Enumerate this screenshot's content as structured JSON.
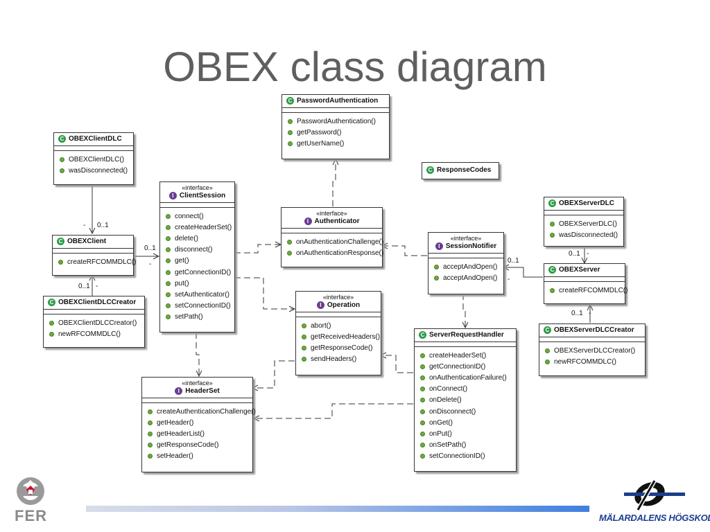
{
  "title": "OBEX class diagram",
  "classes": {
    "password_auth": {
      "kind": "class",
      "name": "PasswordAuthentication",
      "methods": [
        "PasswordAuthentication()",
        "getPassword()",
        "getUserName()"
      ]
    },
    "client_dlc": {
      "kind": "class",
      "name": "OBEXClientDLC",
      "methods": [
        "OBEXClientDLC()",
        "wasDisconnected()"
      ]
    },
    "client_session": {
      "kind": "interface",
      "stereotype": "«interface»",
      "name": "ClientSession",
      "methods": [
        "connect()",
        "createHeaderSet()",
        "delete()",
        "disconnect()",
        "get()",
        "getConnectionID()",
        "put()",
        "setAuthenticator()",
        "setConnectionID()",
        "setPath()"
      ]
    },
    "response_codes": {
      "kind": "class",
      "name": "ResponseCodes"
    },
    "authenticator": {
      "kind": "interface",
      "stereotype": "«interface»",
      "name": "Authenticator",
      "methods": [
        "onAuthenticationChallenge()",
        "onAuthenticationResponse()"
      ]
    },
    "server_dlc": {
      "kind": "class",
      "name": "OBEXServerDLC",
      "methods": [
        "OBEXServerDLC()",
        "wasDisconnected()"
      ]
    },
    "client": {
      "kind": "class",
      "name": "OBEXClient",
      "methods": [
        "createRFCOMMDLC()"
      ]
    },
    "session_notifier": {
      "kind": "interface",
      "stereotype": "«interface»",
      "name": "SessionNotifier",
      "methods": [
        "acceptAndOpen()",
        "acceptAndOpen()"
      ]
    },
    "server": {
      "kind": "class",
      "name": "OBEXServer",
      "methods": [
        "createRFCOMMDLC()"
      ]
    },
    "client_dlc_creator": {
      "kind": "class",
      "name": "OBEXClientDLCCreator",
      "methods": [
        "OBEXClientDLCCreator()",
        "newRFCOMMDLC()"
      ]
    },
    "operation": {
      "kind": "interface",
      "stereotype": "«interface»",
      "name": "Operation",
      "methods": [
        "abort()",
        "getReceivedHeaders()",
        "getResponseCode()",
        "sendHeaders()"
      ]
    },
    "server_dlc_creator": {
      "kind": "class",
      "name": "OBEXServerDLCCreator",
      "methods": [
        "OBEXServerDLCCreator()",
        "newRFCOMMDLC()"
      ]
    },
    "server_request_handler": {
      "kind": "class",
      "name": "ServerRequestHandler",
      "methods": [
        "createHeaderSet()",
        "getConnectionID()",
        "onAuthenticationFailure()",
        "onConnect()",
        "onDelete()",
        "onDisconnect()",
        "onGet()",
        "onPut()",
        "onSetPath()",
        "setConnectionID()"
      ]
    },
    "header_set": {
      "kind": "interface",
      "stereotype": "«interface»",
      "name": "HeaderSet",
      "methods": [
        "createAuthenticationChallenge()",
        "getHeader()",
        "getHeaderList()",
        "getResponseCode()",
        "setHeader()"
      ]
    }
  },
  "multiplicities": {
    "clientdlc_dash": "-",
    "clientdlc_mult": "0..1",
    "client_session_mult": "0..1",
    "client_session_dash": "-",
    "creator_mult": "0..1",
    "creator_dash": "-",
    "serverdlc_mult": "0..1",
    "serverdlc_dash": "-",
    "notifier_mult": "0..1",
    "notifier_dash": "-",
    "serverdlccreator_mult": "0..1",
    "serverdlccreator_dash": "-"
  },
  "logos": {
    "left": "FER",
    "right": "MÄLARDALENS HÖGSKOLA"
  },
  "colors": {
    "title": "#5f5f5f",
    "class_icon": "#2e9b48",
    "interface_icon": "#6b3d91",
    "method_dot": "#6bab3c",
    "footer_bar": "#3f7fe0",
    "mdh_blue": "#1b3f8f"
  }
}
